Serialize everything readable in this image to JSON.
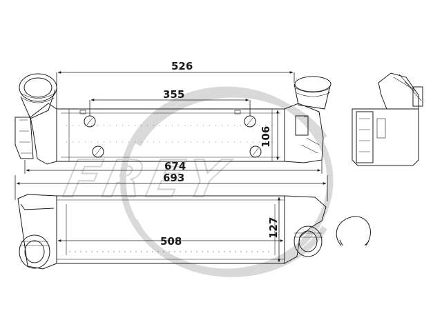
{
  "watermark": {
    "brand": "FREY"
  },
  "dimensions": {
    "top_overall_width": "526",
    "top_bolt_spacing": "355",
    "top_core_height": "106",
    "core_length": "674",
    "overall_length": "693",
    "bottom_core_width": "508",
    "bottom_core_height": "127"
  }
}
